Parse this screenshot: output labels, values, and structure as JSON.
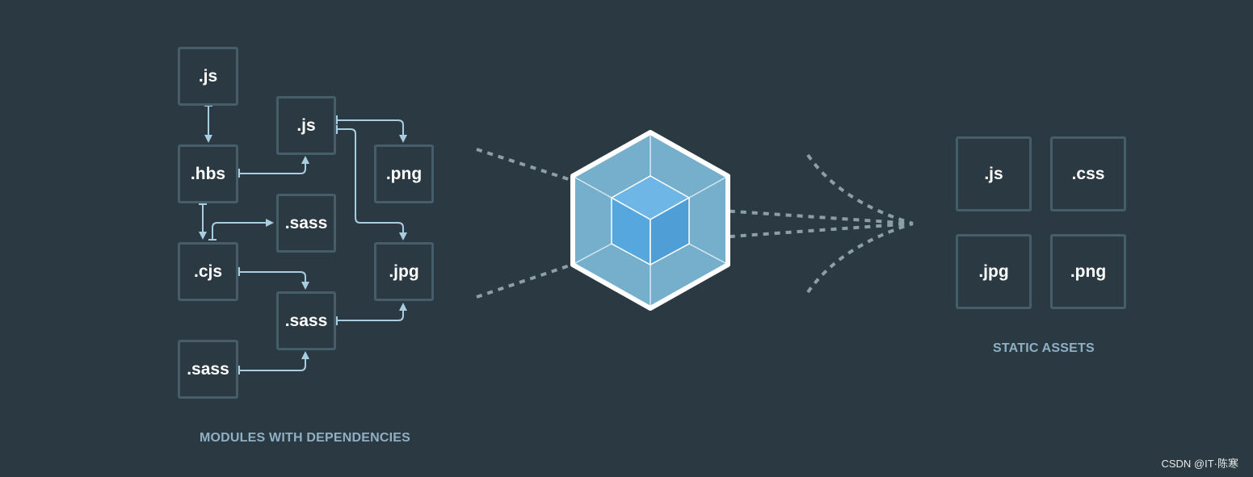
{
  "modules": {
    "caption": "MODULES WITH DEPENDENCIES",
    "boxes": {
      "js_top": ".js",
      "hbs": ".hbs",
      "cjs": ".cjs",
      "sass_bottom_left": ".sass",
      "js_mid": ".js",
      "sass_mid": ".sass",
      "sass_lower": ".sass",
      "png": ".png",
      "jpg": ".jpg"
    }
  },
  "assets": {
    "caption": "STATIC ASSETS",
    "boxes": {
      "js": ".js",
      "css": ".css",
      "jpg": ".jpg",
      "png": ".png"
    }
  },
  "colors": {
    "background": "#2b3a42",
    "box_border": "#465e69",
    "arrow": "#a9cde0",
    "caption": "#8fb0c4",
    "cube_outer": "#75afcc",
    "cube_inner": "#55a7dd"
  },
  "watermark": "CSDN @IT·陈寒"
}
